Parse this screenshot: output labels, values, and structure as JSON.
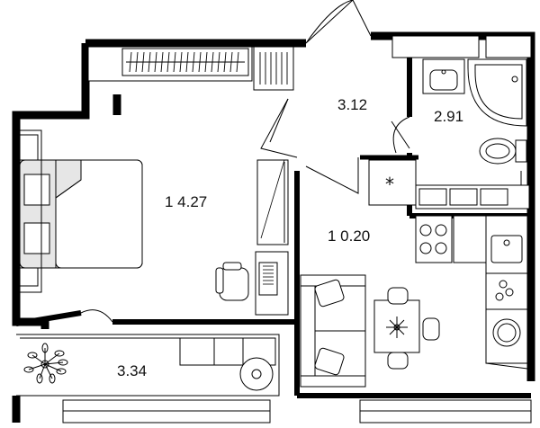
{
  "rooms": {
    "bedroom_area": "1 4.27",
    "hall_area": "3.12",
    "bathroom_area": "2.91",
    "kitchen_area": "1 0.20",
    "balcony_area": "3.34"
  },
  "icons": {
    "vent": "asterisk-icon",
    "plant": "flower-icon"
  }
}
